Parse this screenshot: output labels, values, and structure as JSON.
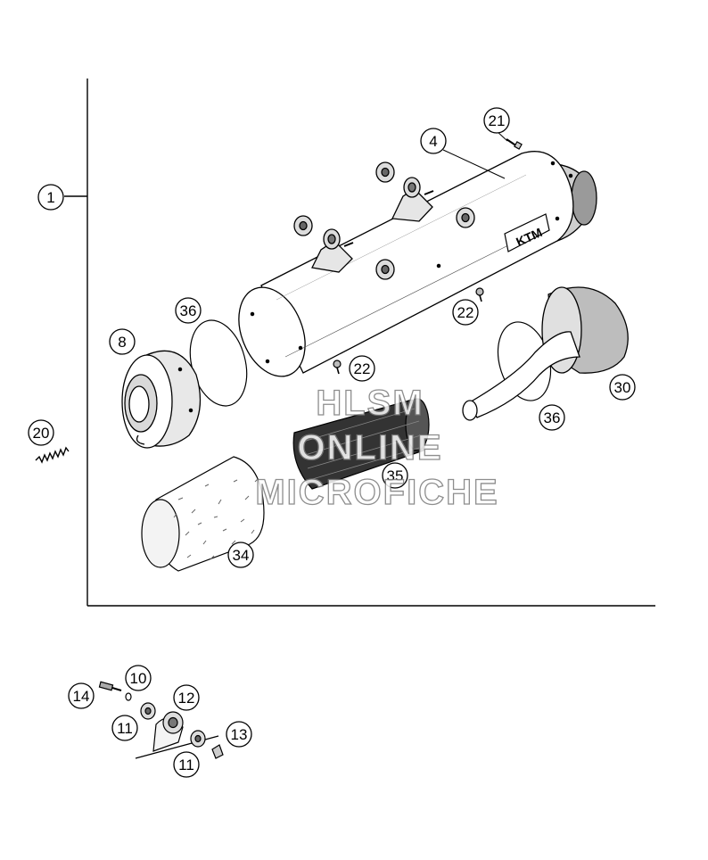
{
  "diagram": {
    "callouts": {
      "c1": "1",
      "c4": "4",
      "c8": "8",
      "c10": "10",
      "c11a": "11",
      "c11b": "11",
      "c12": "12",
      "c13": "13",
      "c14": "14",
      "c20": "20",
      "c21": "21",
      "c22a": "22",
      "c22b": "22",
      "c30": "30",
      "c34": "34",
      "c35": "35",
      "c36a": "36",
      "c36b": "36"
    },
    "watermark": {
      "line1": "HLSM",
      "line2": "ONLINE",
      "line3": "MICROFICHE"
    },
    "logo_text": "KTM"
  }
}
